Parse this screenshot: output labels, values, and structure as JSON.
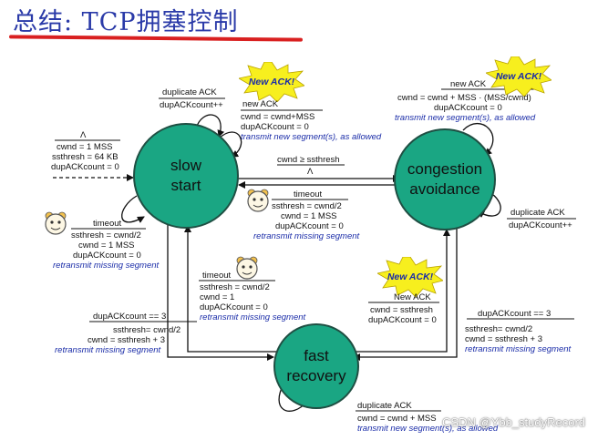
{
  "title": "总结: TCP拥塞控制",
  "states": {
    "slow_start": [
      "slow",
      "start"
    ],
    "congestion_avoidance": [
      "congestion",
      "avoidance"
    ],
    "fast_recovery": [
      "fast",
      "recovery"
    ]
  },
  "badge_text": "New ACK!",
  "labels": {
    "init_lambda": "Λ",
    "init_cwnd": "cwnd = 1 MSS",
    "init_ssthresh": "ssthresh = 64 KB",
    "init_dup": "dupACKcount = 0",
    "ss_dup_event": "duplicate ACK",
    "ss_dup_action": "dupACKcount++",
    "ss_new_event": "new ACK",
    "ss_new_cwnd": "cwnd = cwnd+MSS",
    "ss_new_dup": "dupACKcount = 0",
    "ss_new_transmit": "transmit new segment(s), as allowed",
    "ss_timeout_event": "timeout",
    "ss_timeout_ssthresh": "ssthresh = cwnd/2",
    "ss_timeout_cwnd": "cwnd = 1 MSS",
    "ss_timeout_dup": "dupACKcount = 0",
    "ss_timeout_retx": "retransmit missing segment",
    "ss_to_ca_cond": "cwnd ≥ ssthresh",
    "ss_to_ca_lambda": "Λ",
    "ca_to_ss_event": "timeout",
    "ca_to_ss_ssthresh": "ssthresh = cwnd/2",
    "ca_to_ss_cwnd": "cwnd = 1 MSS",
    "ca_to_ss_dup": "dupACKcount = 0",
    "ca_to_ss_retx": "retransmit missing segment",
    "ca_new_event": "new ACK",
    "ca_new_cwnd": "cwnd = cwnd + MSS · (MSS/cwnd)",
    "ca_new_dup": "dupACKcount = 0",
    "ca_new_transmit": "transmit new segment(s), as allowed",
    "ca_dup_event": "duplicate ACK",
    "ca_dup_action": "dupACKcount++",
    "fr_to_ss_event": "timeout",
    "fr_to_ss_ssthresh": "ssthresh = cwnd/2",
    "fr_to_ss_cwnd": "cwnd = 1",
    "fr_to_ss_dup": "dupACKcount = 0",
    "fr_to_ss_retx": "retransmit missing segment",
    "fr_to_ca_event": "New ACK",
    "fr_to_ca_cwnd": "cwnd = ssthresh",
    "fr_to_ca_dup": "dupACKcount = 0",
    "ss_to_fr_cond": "dupACKcount == 3",
    "ss_to_fr_ssthresh": "ssthresh= cwnd/2",
    "ss_to_fr_cwnd": "cwnd = ssthresh + 3",
    "ss_to_fr_retx": "retransmit missing segment",
    "ca_to_fr_cond": "dupACKcount == 3",
    "ca_to_fr_ssthresh": "ssthresh= cwnd/2",
    "ca_to_fr_cwnd": "cwnd = ssthresh + 3",
    "ca_to_fr_retx": "retransmit missing segment",
    "fr_dup_event": "duplicate ACK",
    "fr_dup_cwnd": "cwnd = cwnd + MSS",
    "fr_dup_transmit": "transmit new segment(s), as allowed"
  },
  "watermark": "CSDN @Ybb_studyRecord",
  "colors": {
    "state_fill": "#1aa683",
    "title": "#2a3aa8",
    "underline": "#d92020",
    "action_text": "#1a2ca8",
    "badge_fill": "#f7ef1e"
  }
}
